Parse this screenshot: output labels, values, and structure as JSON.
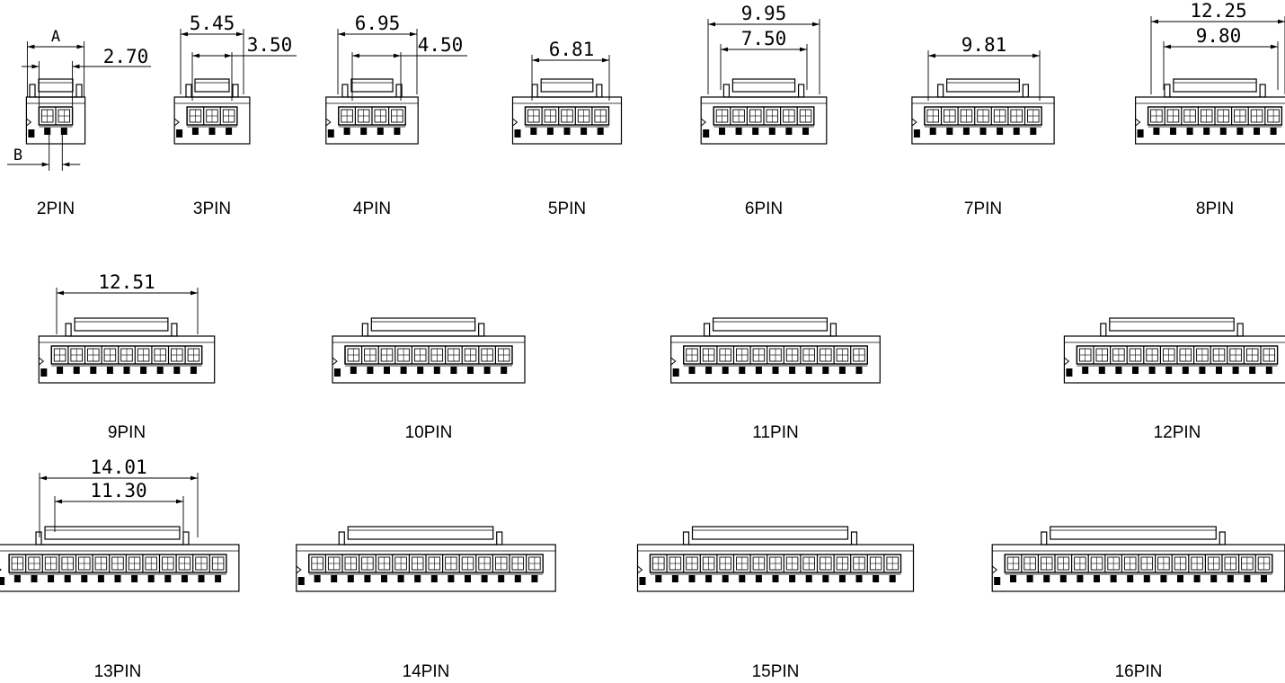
{
  "connectors": [
    {
      "pins": 2,
      "label": "2PIN"
    },
    {
      "pins": 3,
      "label": "3PIN"
    },
    {
      "pins": 4,
      "label": "4PIN"
    },
    {
      "pins": 5,
      "label": "5PIN"
    },
    {
      "pins": 6,
      "label": "6PIN"
    },
    {
      "pins": 7,
      "label": "7PIN"
    },
    {
      "pins": 8,
      "label": "8PIN"
    },
    {
      "pins": 9,
      "label": "9PIN"
    },
    {
      "pins": 10,
      "label": "10PIN"
    },
    {
      "pins": 11,
      "label": "11PIN"
    },
    {
      "pins": 12,
      "label": "12PIN"
    },
    {
      "pins": 13,
      "label": "13PIN"
    },
    {
      "pins": 14,
      "label": "14PIN"
    },
    {
      "pins": 15,
      "label": "15PIN"
    },
    {
      "pins": 16,
      "label": "16PIN"
    }
  ],
  "dimensions": {
    "pin2": {
      "a": "A",
      "b": "B",
      "value": "2.70"
    },
    "pin3": {
      "outer": "5.45",
      "inner": "3.50"
    },
    "pin4": {
      "outer": "6.95",
      "inner": "4.50"
    },
    "pin5": {
      "outer": "6.81"
    },
    "pin6": {
      "outer": "9.95",
      "inner": "7.50"
    },
    "pin7": {
      "outer": "9.81"
    },
    "pin8": {
      "outer": "12.25",
      "inner": "9.80"
    },
    "pin9": {
      "outer": "12.51"
    },
    "pin13": {
      "outer": "14.01",
      "inner": "11.30"
    }
  },
  "polarity_mark": "▲"
}
